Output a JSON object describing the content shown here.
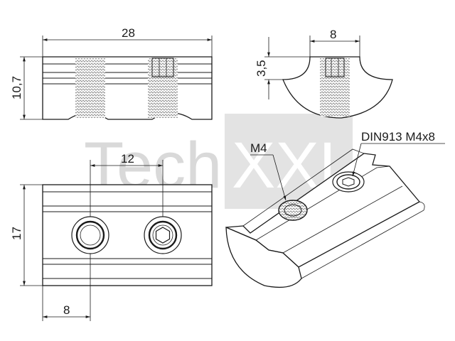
{
  "watermark": {
    "text_left": "Tech",
    "text_right": "XXL",
    "color": "#d9d9d9"
  },
  "dimensions": {
    "top_width": "28",
    "top_height": "10,7",
    "side_width": "8",
    "side_height": "3,5",
    "hole_spacing": "12",
    "front_height": "17",
    "hole_offset": "8"
  },
  "callouts": {
    "thread": "M4",
    "grub_screw": "DIN913 M4x8"
  },
  "colors": {
    "line": "#1a1a1a",
    "thread_fill": "#9a9a9a",
    "background": "#ffffff"
  }
}
